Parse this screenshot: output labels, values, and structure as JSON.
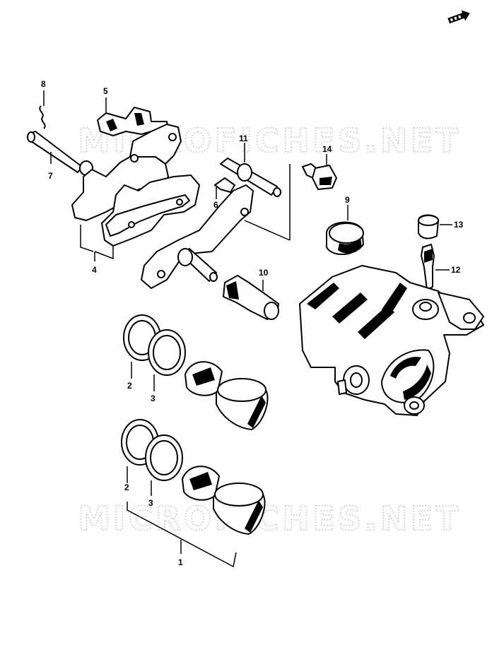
{
  "watermarks": [
    "MICROFICHES.NET",
    "MICROFICHES.NET"
  ],
  "callouts": {
    "c1": "1",
    "c2a": "2",
    "c2b": "2",
    "c3a": "3",
    "c3b": "3",
    "c4": "4",
    "c5": "5",
    "c6": "6",
    "c7": "7",
    "c8": "8",
    "c9": "9",
    "c10": "10",
    "c11": "11",
    "c12": "12",
    "c13": "13",
    "c14": "14"
  },
  "icons": {
    "front_arrow": "front-arrow-icon"
  }
}
